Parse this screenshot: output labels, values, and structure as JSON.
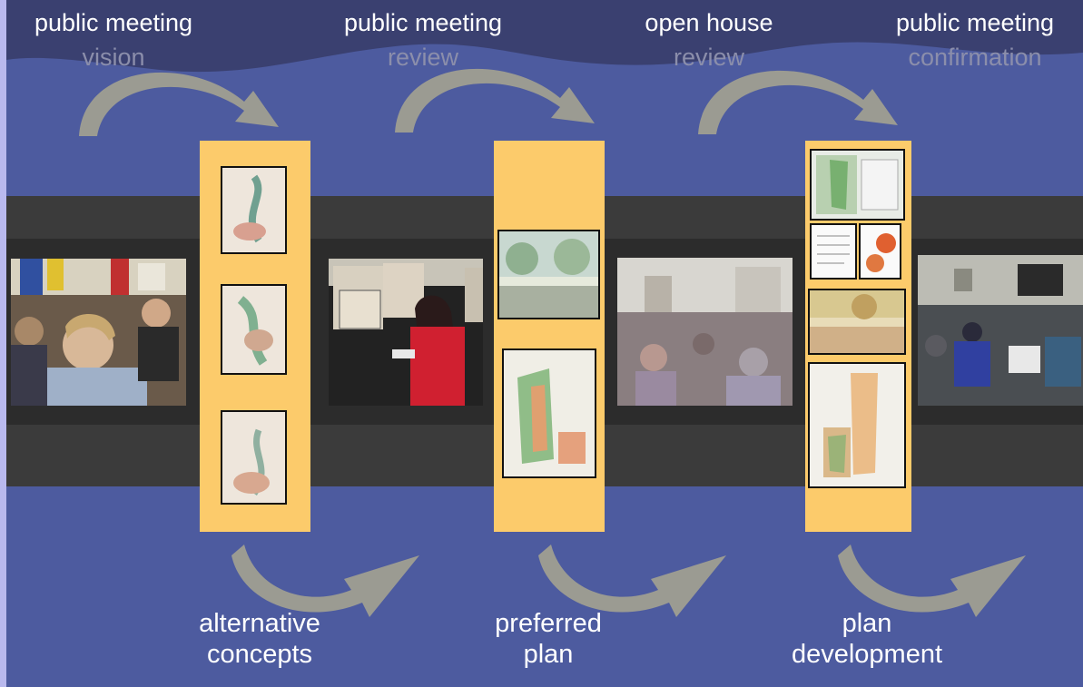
{
  "top_labels": [
    {
      "title": "public meeting",
      "subtitle": "vision"
    },
    {
      "title": "public meeting",
      "subtitle": "review"
    },
    {
      "title": "open house",
      "subtitle": "review"
    },
    {
      "title": "public meeting",
      "subtitle": "confirmation"
    }
  ],
  "bottom_labels": [
    {
      "line1": "alternative",
      "line2": "concepts"
    },
    {
      "line1": "preferred",
      "line2": "plan"
    },
    {
      "line1": "plan",
      "line2": "development"
    }
  ],
  "colors": {
    "background": "#4d5b9f",
    "top_band": "#3a4070",
    "strip": "#3d3d3d",
    "panel": "#fccb6b",
    "arrow": "#9b9b92",
    "title_text": "#ffffff",
    "subtitle_text": "#8b8eab"
  },
  "photos": [
    "meeting-photo",
    "display-board-photo",
    "open-house-photo",
    "confirmation-meeting-photo"
  ]
}
